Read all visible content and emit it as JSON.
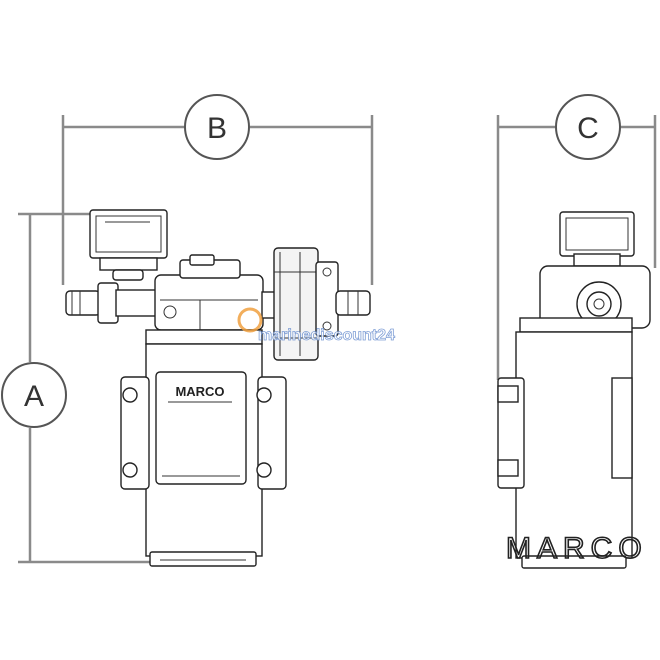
{
  "dimensions": {
    "a": "A",
    "b": "B",
    "c": "C"
  },
  "brand": {
    "front_label": "MARCO",
    "side_logo": "MARCO"
  },
  "watermark": {
    "text": "marinediscount24"
  },
  "colors": {
    "dimension_line": "#8a8a8a",
    "outline": "#222222",
    "watermark_accent": "#f0a040"
  }
}
